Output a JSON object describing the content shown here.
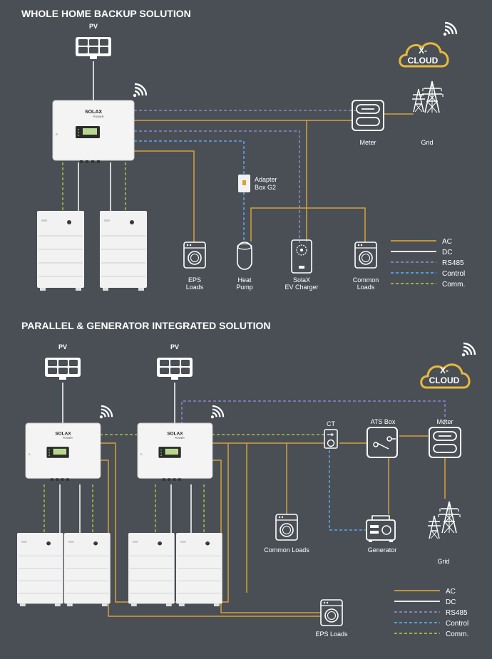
{
  "colors": {
    "background": "#4a4f56",
    "ac": "#d4a13a",
    "dc": "#ffffff",
    "rs485": "#8c86c8",
    "control": "#5aa7e6",
    "comm": "#a6c33a",
    "cloud": "#e8b83a"
  },
  "section1": {
    "title": "WHOLE HOME BACKUP SOLUTION",
    "pv": "PV",
    "brand": "SOLAX",
    "brand_sub": "POWER",
    "cloud": [
      "X-",
      "CLOUD"
    ],
    "meter": "Meter",
    "grid": "Grid",
    "adapter": [
      "Adapter",
      "Box G2"
    ],
    "eps_loads": [
      "EPS",
      "Loads"
    ],
    "heat_pump": [
      "Heat",
      "Pump"
    ],
    "ev_charger": [
      "SolaX",
      "EV Charger"
    ],
    "common_loads": [
      "Common",
      "Loads"
    ]
  },
  "section2": {
    "title": "PARALLEL & GENERATOR INTEGRATED SOLUTION",
    "pv1": "PV",
    "pv2": "PV",
    "brand": "SOLAX",
    "brand_sub": "POWER",
    "cloud": [
      "X-",
      "CLOUD"
    ],
    "ct": "CT",
    "ats_box": "ATS Box",
    "meter": "Meter",
    "common_loads": "Common Loads",
    "generator": "Generator",
    "grid": "Grid",
    "eps_loads": "EPS Loads"
  },
  "legend": {
    "items": [
      {
        "label": "AC",
        "color": "#d4a13a",
        "dash": false
      },
      {
        "label": "DC",
        "color": "#ffffff",
        "dash": false
      },
      {
        "label": "RS485",
        "color": "#8c86c8",
        "dash": true
      },
      {
        "label": "Control",
        "color": "#5aa7e6",
        "dash": true
      },
      {
        "label": "Comm.",
        "color": "#a6c33a",
        "dash": true
      }
    ]
  },
  "icons": [
    "solar-panel-icon",
    "inverter-icon",
    "battery-icon",
    "wifi-icon",
    "cloud-icon",
    "meter-icon",
    "transmission-tower-icon",
    "washing-machine-icon",
    "heat-pump-icon",
    "ev-charger-icon",
    "adapter-box-icon",
    "ct-icon",
    "ats-box-icon",
    "generator-icon"
  ]
}
